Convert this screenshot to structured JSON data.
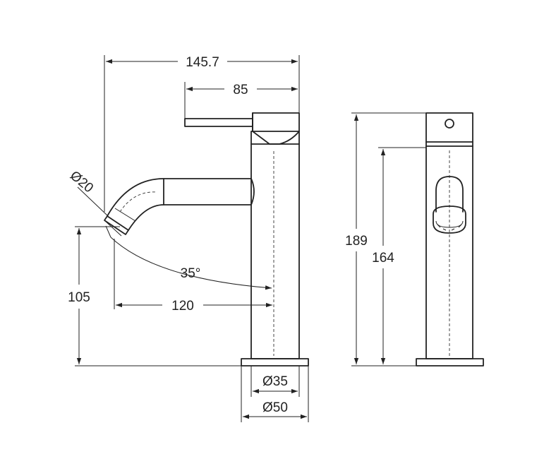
{
  "labels": {
    "total_length": "145.7",
    "lever_length": "85",
    "spout_diameter": "Ø20",
    "spout_angle": "35°",
    "spout_height": "105",
    "spout_reach": "120",
    "body_diameter": "Ø35",
    "base_diameter": "Ø50",
    "total_height": "189",
    "body_height": "164"
  },
  "colors": {
    "line": "#222222",
    "background": "#ffffff"
  }
}
